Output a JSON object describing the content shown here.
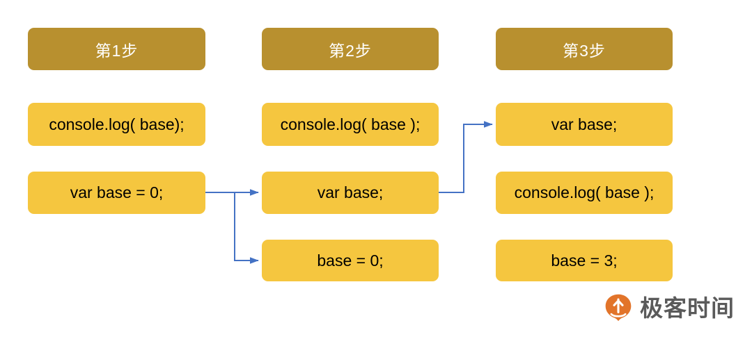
{
  "diagram": {
    "title": "JavaScript variable hoisting three-step diagram",
    "colors": {
      "header_fill": "#b8902f",
      "header_text": "#ffffff",
      "step_fill": "#f5c63f",
      "step_text": "#000000",
      "connector": "#4472c4",
      "background": "#ffffff",
      "watermark_logo": "#e2742a",
      "watermark_text": "#5a5a5a"
    },
    "columns": [
      {
        "header": "第1步",
        "nodes": [
          {
            "label": "console.log( base);"
          },
          {
            "label": "var base = 0;"
          }
        ]
      },
      {
        "header": "第2步",
        "nodes": [
          {
            "label": "console.log( base );"
          },
          {
            "label": "var base;"
          },
          {
            "label": "base = 0;"
          }
        ]
      },
      {
        "header": "第3步",
        "nodes": [
          {
            "label": "var base;"
          },
          {
            "label": "console.log( base );"
          },
          {
            "label": "base = 3;"
          }
        ]
      }
    ],
    "connectors": [
      {
        "from": "var base = 0;",
        "to": "var base;"
      },
      {
        "from": "var base = 0;",
        "to": "base = 0;"
      },
      {
        "from": "var base;",
        "to": "var base;"
      }
    ]
  },
  "watermark": {
    "text": "极客时间",
    "logo_icon": "geektime-pin-logo"
  }
}
